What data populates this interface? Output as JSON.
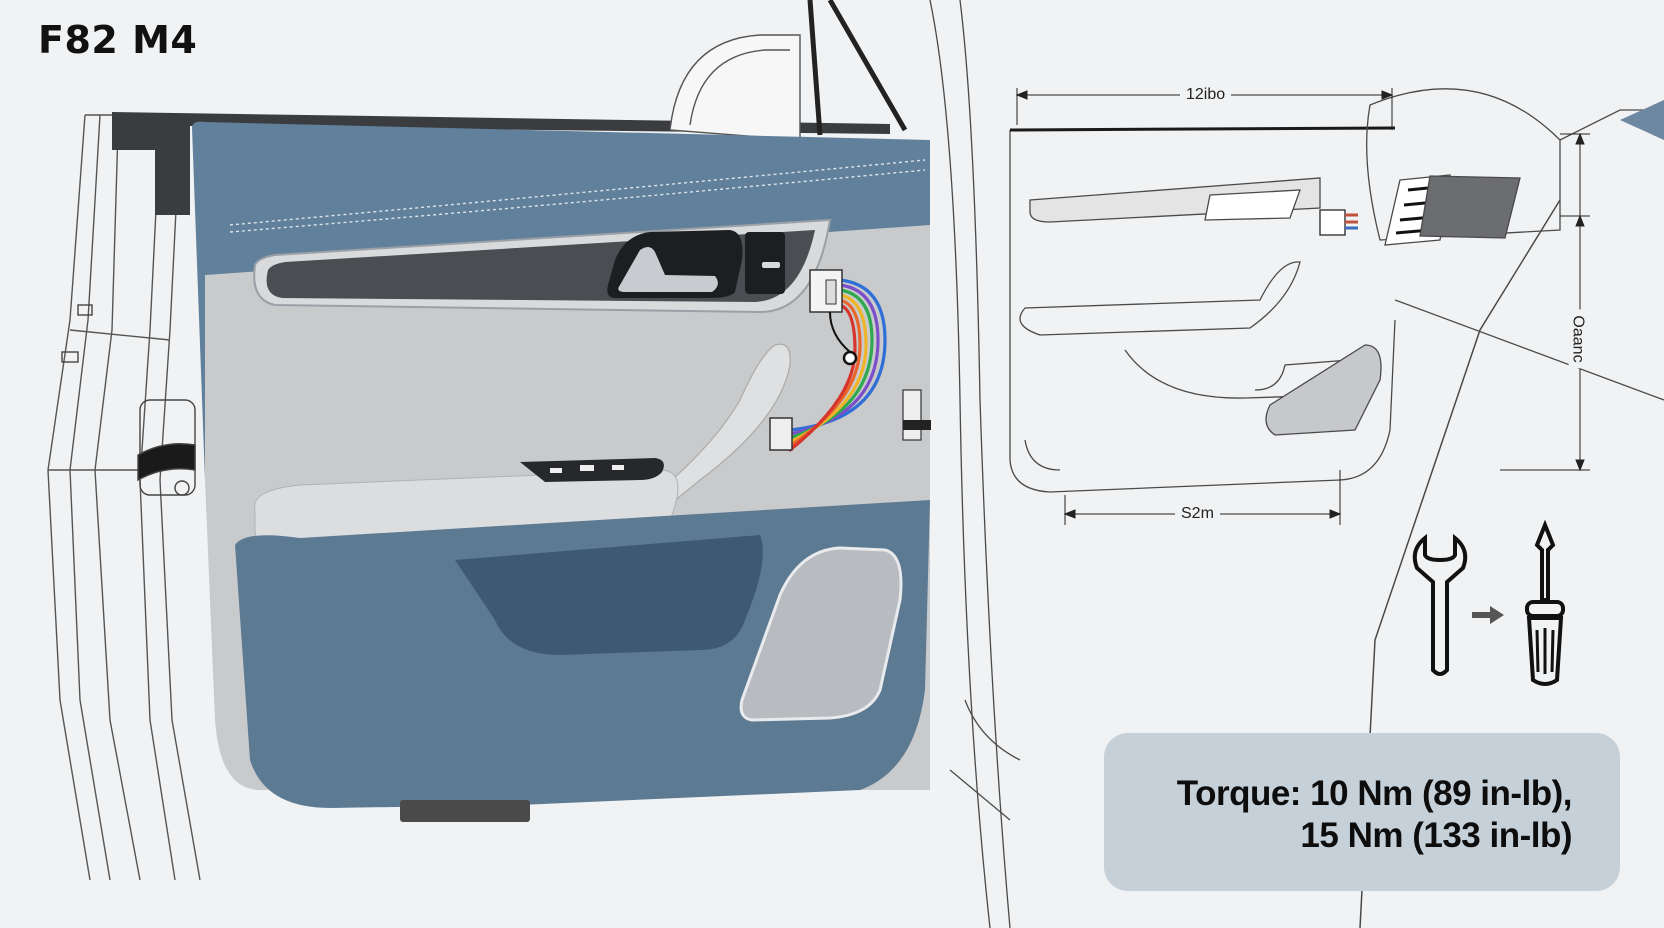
{
  "title": "F82 M4",
  "dimensions": {
    "top_width": "12ibo",
    "bottom_width": "S2m",
    "vertical_height": "Oaanc"
  },
  "tools": {
    "icons": [
      "wrench-icon",
      "arrow-right-icon",
      "screwdriver-icon"
    ]
  },
  "torque": {
    "line1": "Torque: 10 Nm (89 in-lb),",
    "line2": "15 Nm (133 in-lb)"
  },
  "colors": {
    "background": "#f1f2f3",
    "door_panel_blue": "#5f7a93",
    "door_panel_grey": "#c9cacc",
    "torque_box": "#c5d0d9",
    "wire_colors": [
      "#2f6fd6",
      "#7b4fc7",
      "#2fa84f",
      "#f0b429",
      "#e8652b",
      "#d6342c"
    ]
  }
}
